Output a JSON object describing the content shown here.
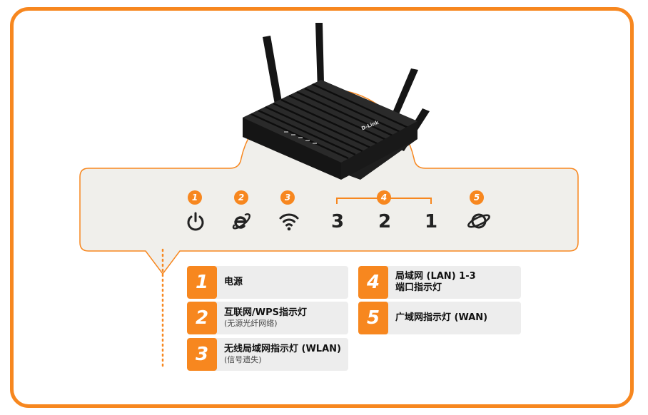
{
  "colors": {
    "accent": "#f7871f",
    "panel": "#f0efeb",
    "text": "#111111"
  },
  "router": {
    "brand": "D-Link"
  },
  "indicators": [
    {
      "badge": "1",
      "icon": "power-icon"
    },
    {
      "badge": "2",
      "icon": "internet-explorer-icon"
    },
    {
      "badge": "3",
      "icon": "wifi-icon"
    },
    {
      "badge": "4",
      "ports": [
        "3",
        "2",
        "1"
      ]
    },
    {
      "badge": "5",
      "icon": "planet-icon"
    }
  ],
  "legend": [
    {
      "num": "1",
      "title": "电源",
      "sub": ""
    },
    {
      "num": "2",
      "title": "互联网/WPS指示灯",
      "sub": "(无源光纤网络)"
    },
    {
      "num": "3",
      "title": "无线局域网指示灯 (WLAN)",
      "sub": "(信号遗失)"
    },
    {
      "num": "4",
      "title": "局域网 (LAN) 1-3",
      "sub": "端口指示灯"
    },
    {
      "num": "5",
      "title": "广域网指示灯 (WAN)",
      "sub": ""
    }
  ]
}
